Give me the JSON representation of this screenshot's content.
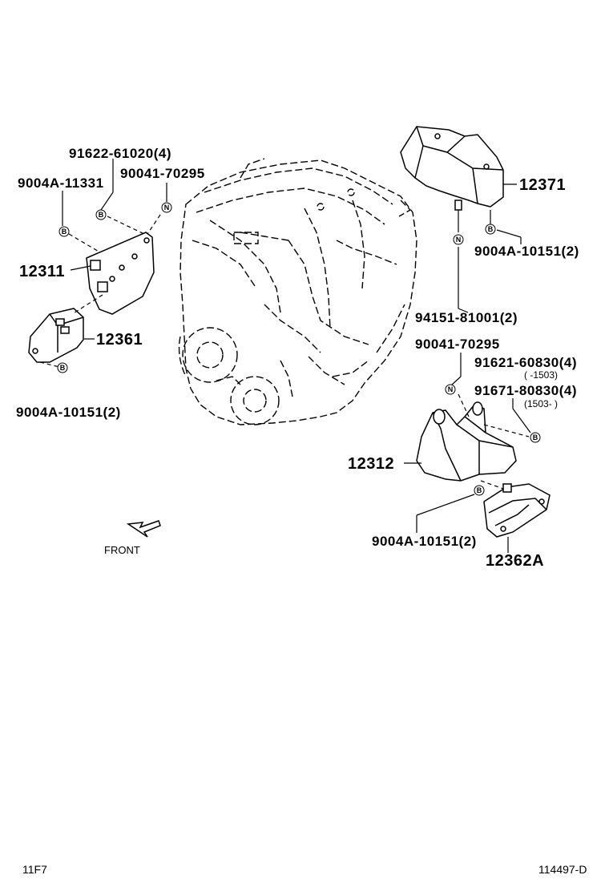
{
  "labels": {
    "p91622": "91622-61020(4)",
    "p9004a_11331": "9004A-11331",
    "p90041_top": "90041-70295",
    "p12311": "12311",
    "p12361": "12361",
    "p9004a_left_bottom": "9004A-10151(2)",
    "p12371": "12371",
    "p9004a_right_top": "9004A-10151(2)",
    "p94151": "94151-81001(2)",
    "p90041_right": "90041-70295",
    "p91621": "91621-60830(4)",
    "p91621_range": "(      -1503)",
    "p91671": "91671-80830(4)",
    "p91671_range": "(1503-      )",
    "p12312": "12312",
    "p9004a_right_bottom": "9004A-10151(2)",
    "p12362a": "12362A",
    "front": "FRONT"
  },
  "markers": {
    "bolt_letter": "B",
    "nut_letter": "N"
  },
  "footer": {
    "left_code": "11F7",
    "right_code": "114497-D"
  }
}
